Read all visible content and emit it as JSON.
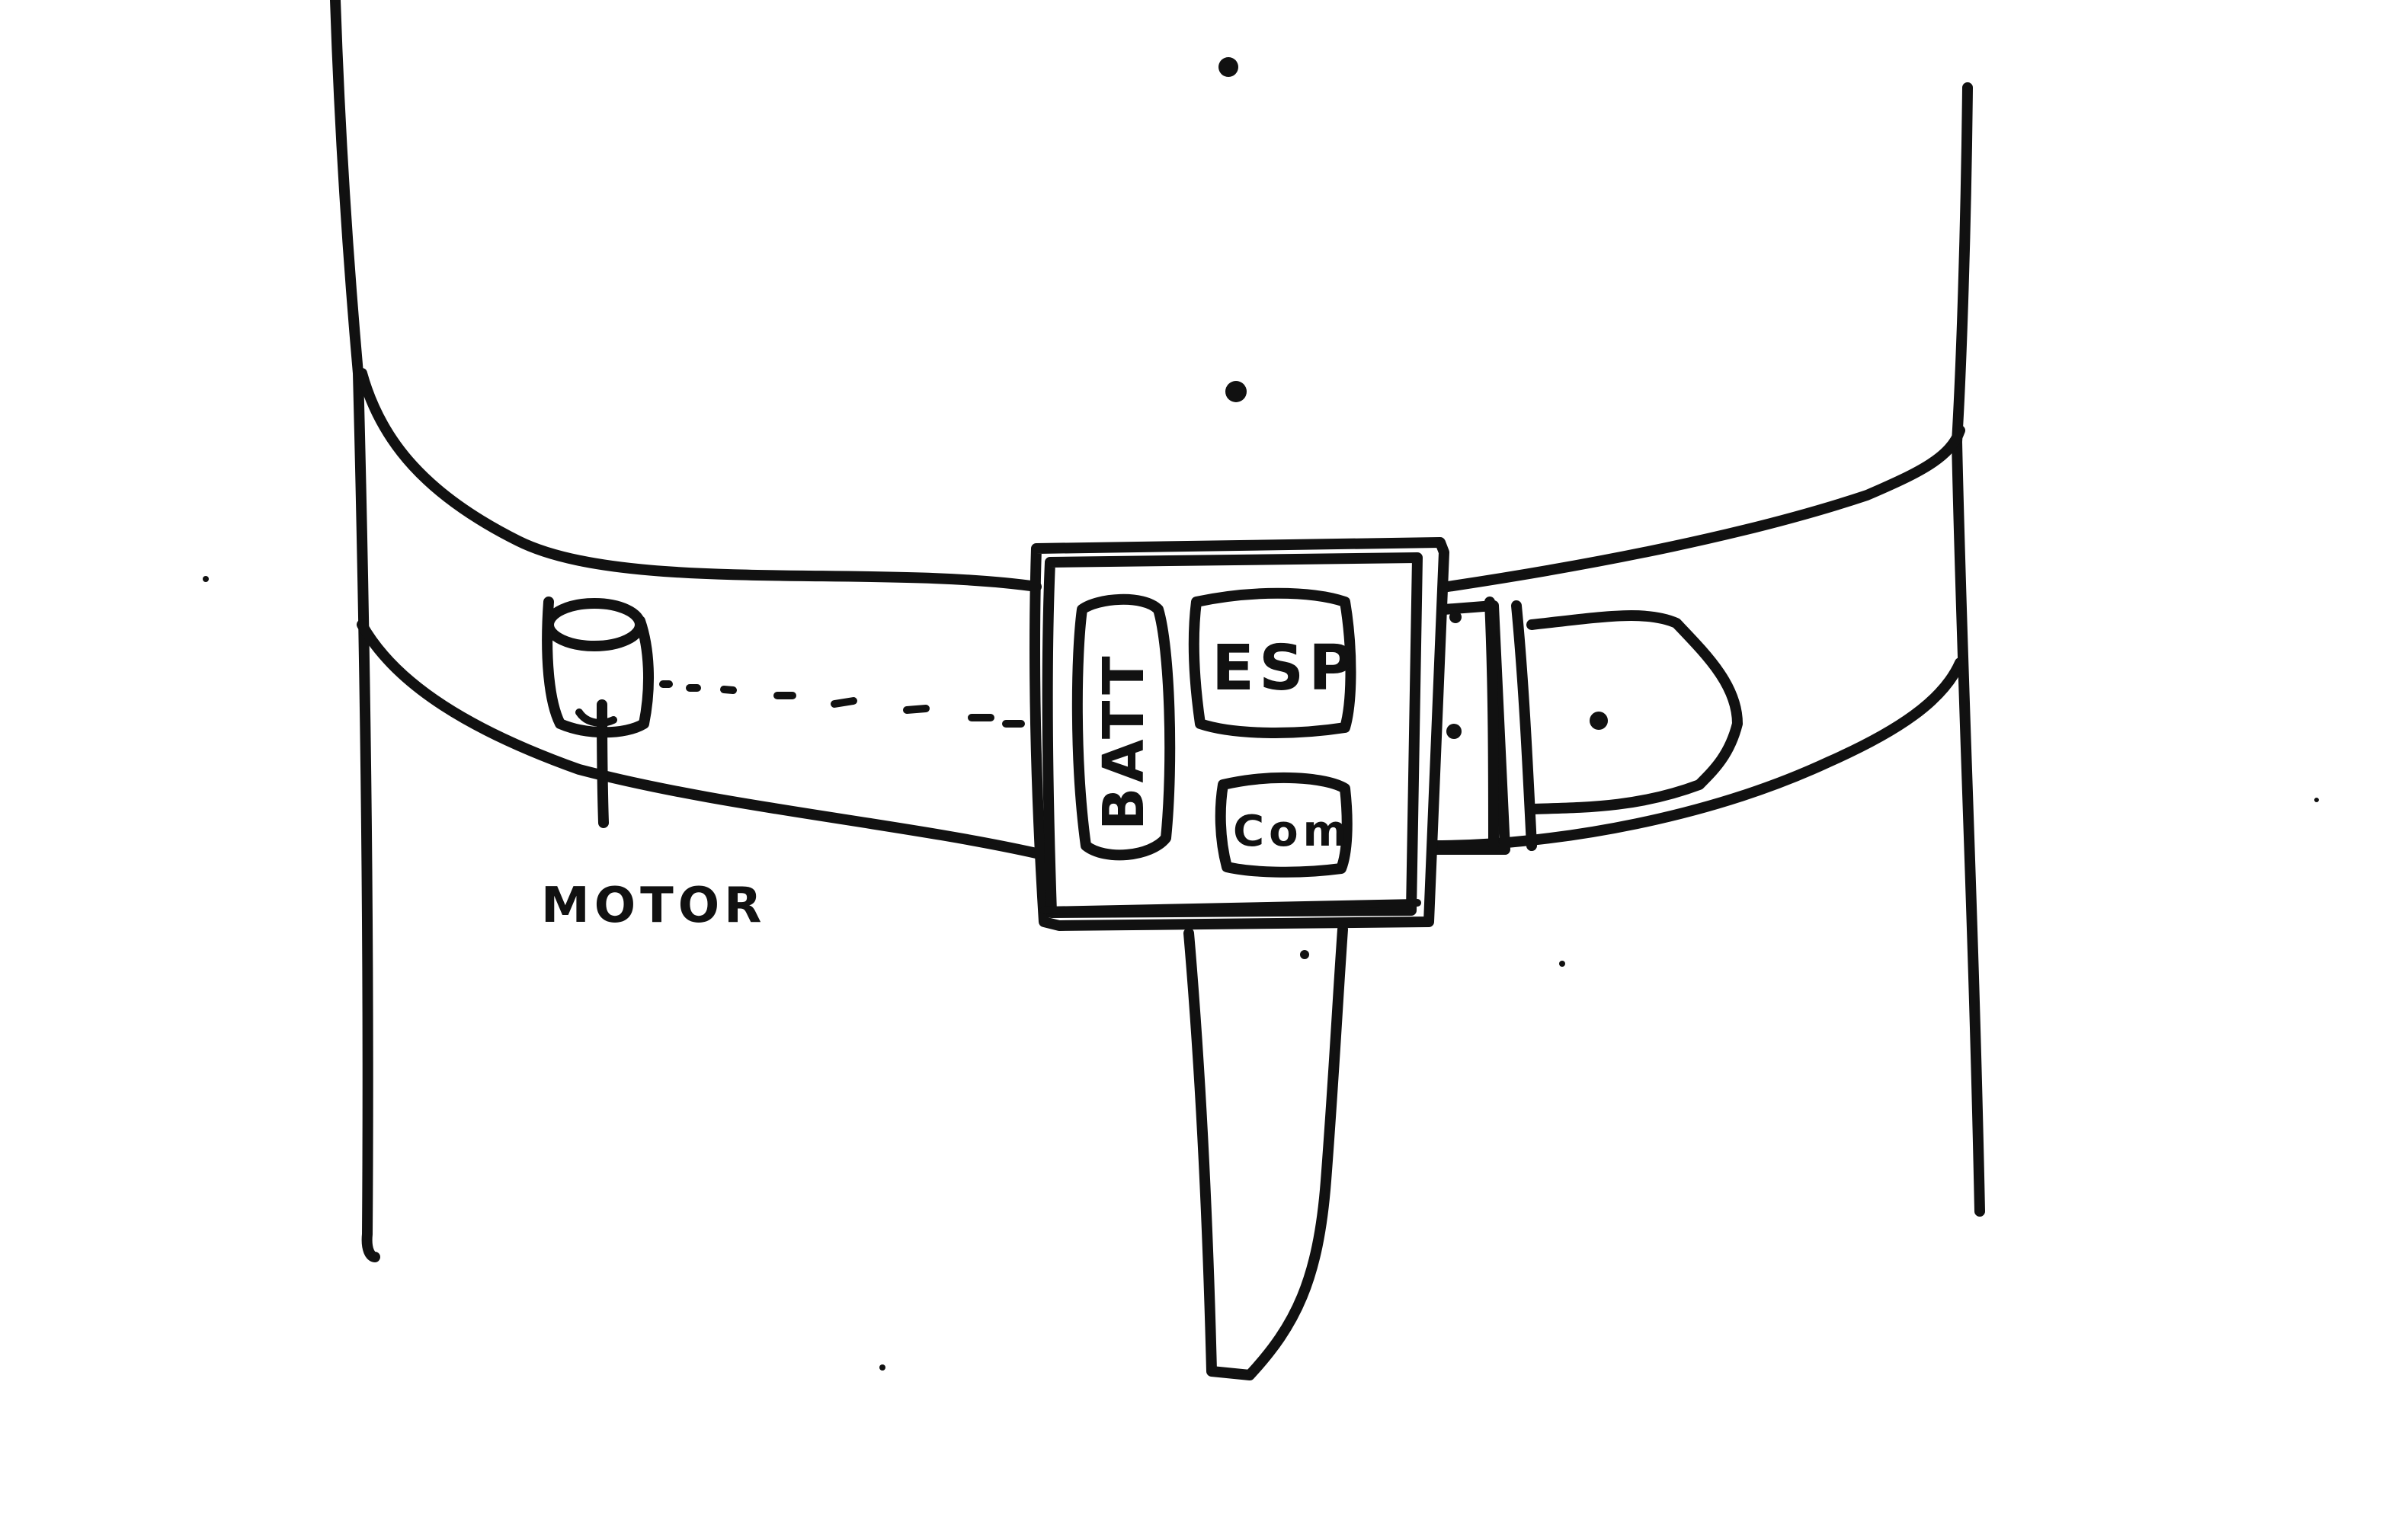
{
  "diagram": {
    "labels": {
      "motor": "MOTOR",
      "battery": "BATT",
      "esp": "ESP",
      "com": "Com"
    },
    "colors": {
      "ink": "#111111",
      "paper": "#ffffff"
    }
  }
}
